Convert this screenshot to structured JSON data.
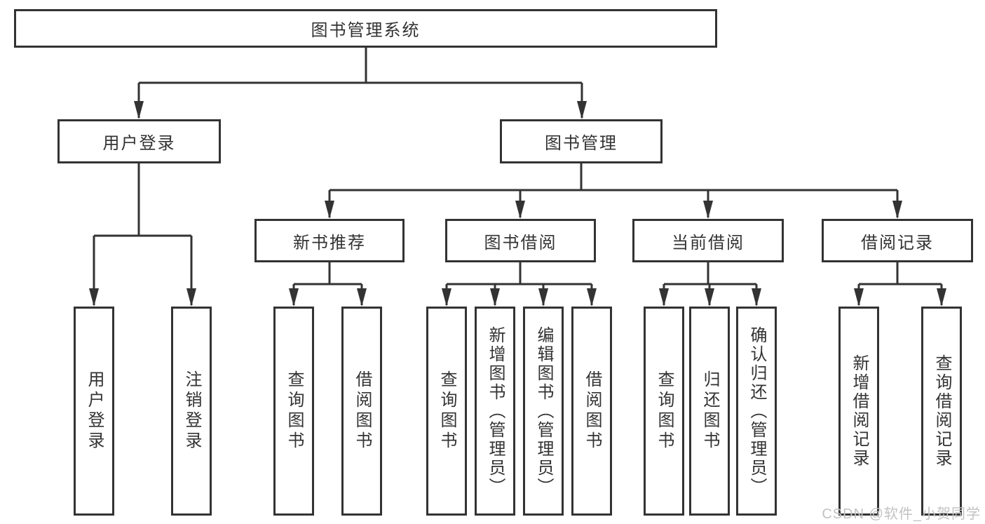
{
  "diagram": {
    "root": {
      "label": "图书管理系统"
    },
    "level2": [
      {
        "label": "用户登录"
      },
      {
        "label": "图书管理"
      }
    ],
    "level3": [
      {
        "label": "新书推荐"
      },
      {
        "label": "图书借阅"
      },
      {
        "label": "当前借阅"
      },
      {
        "label": "借阅记录"
      }
    ],
    "leaves": {
      "user_login": [
        "用户登录",
        "注销登录"
      ],
      "new_book_recommend": [
        "查询图书",
        "借阅图书"
      ],
      "book_borrowing": [
        "查询图书",
        "新增图书（管理员）",
        "编辑图书（管理员）",
        "借阅图书"
      ],
      "current_borrowing": [
        "查询图书",
        "归还图书",
        "确认归还（管理员）"
      ],
      "borrow_records": [
        "新增借阅记录",
        "查询借阅记录"
      ]
    },
    "colors": {
      "line": "#333333",
      "box_border": "#333333",
      "text": "#333333",
      "background": "#ffffff"
    }
  },
  "watermark": {
    "text": "CSDN @软件_小贺同学",
    "color": "#c2c2c2"
  }
}
